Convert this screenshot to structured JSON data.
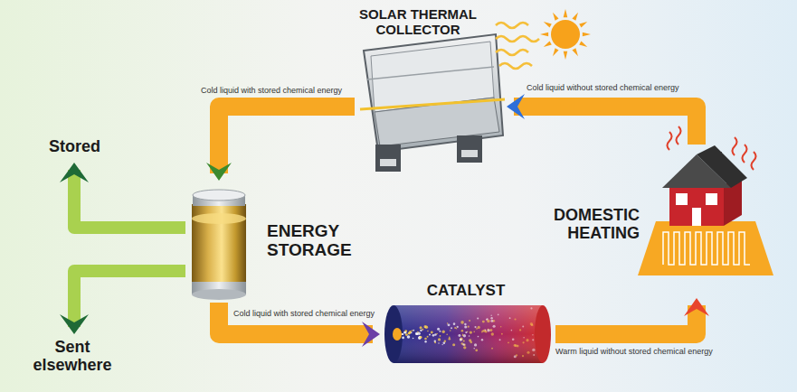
{
  "diagram": {
    "nodes": [
      {
        "text": [
          "SOLAR THERMAL COLLECTOR"
        ]
      },
      {
        "text": [
          "Stored"
        ]
      },
      {
        "text": [
          "ENERGY STORAGE"
        ]
      },
      {
        "text": [
          "DOMESTIC HEATING"
        ]
      },
      {
        "text": [
          "CATALYST"
        ]
      },
      {
        "text": [
          "Sent elsewhere"
        ]
      }
    ],
    "edges": [
      {
        "from": 0,
        "to": 2,
        "arrow": "to",
        "label": "Cold liquid with stored chemical energy"
      },
      {
        "from": 2,
        "to": 4,
        "arrow": "to",
        "label": "Cold liquid with stored chemical energy"
      },
      {
        "from": 4,
        "to": 3,
        "arrow": "to",
        "label": "Warm liquid without stored chemical energy"
      },
      {
        "from": 3,
        "to": 0,
        "arrow": "to",
        "label": "Cold liquid without stored chemical energy"
      },
      {
        "from": 2,
        "to": 1,
        "arrow": "to"
      },
      {
        "from": 2,
        "to": 5,
        "arrow": "to"
      }
    ]
  }
}
